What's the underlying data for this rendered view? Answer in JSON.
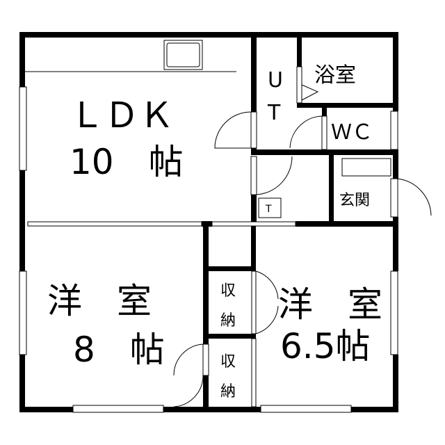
{
  "rooms": {
    "ldk": {
      "name": "ＬＤＫ",
      "size": "10　帖"
    },
    "utility": {
      "line1": "U",
      "line2": "T"
    },
    "bath": {
      "name": "浴室"
    },
    "wc": {
      "name": "ＷＣ"
    },
    "entrance": {
      "name": "玄関"
    },
    "t_mark": "T",
    "western8": {
      "name": "洋　室",
      "size": "8　帖"
    },
    "western65": {
      "name": "洋　室",
      "size": "6.5帖"
    },
    "storage1": {
      "line1": "収",
      "line2": "納"
    },
    "storage2": {
      "line1": "収",
      "line2": "納"
    }
  }
}
